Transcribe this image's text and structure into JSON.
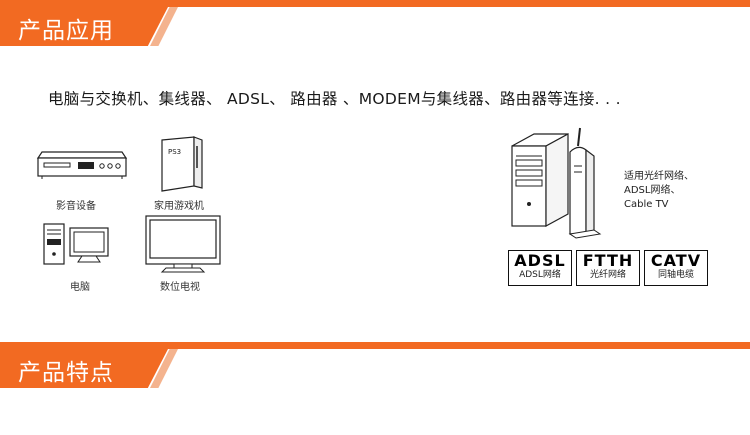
{
  "sections": [
    {
      "title": "产品应用"
    },
    {
      "title": "产品特点"
    }
  ],
  "intro": "电脑与交换机、集线器、 ADSL、  路由器 、MODEM与集线器、路由器等连接. . .",
  "devices": [
    {
      "label": "影音设备",
      "icon": "dvd-player-icon"
    },
    {
      "label": "家用游戏机",
      "icon": "game-console-icon"
    },
    {
      "label": "电脑",
      "icon": "desktop-computer-icon"
    },
    {
      "label": "数位电视",
      "icon": "television-icon"
    }
  ],
  "network": {
    "support_lines": [
      "适用光纤网络、",
      "ADSL网络、",
      "Cable TV"
    ],
    "badges": [
      {
        "title": "ADSL",
        "subtitle": "ADSL网络"
      },
      {
        "title": "FTTH",
        "subtitle": "光纤网络"
      },
      {
        "title": "CATV",
        "subtitle": "同轴电缆"
      }
    ]
  },
  "colors": {
    "accent": "#f26a22",
    "accent_light": "#f4b38e"
  }
}
